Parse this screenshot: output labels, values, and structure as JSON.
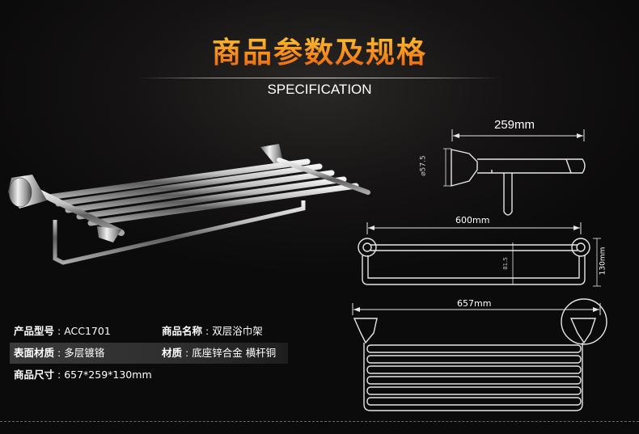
{
  "header": {
    "title_cn": "商品参数及规格",
    "title_en": "SPECIFICATION"
  },
  "drawings": {
    "side_width": "259mm",
    "side_diameter": "⌀57.5",
    "front_width": "600mm",
    "front_inner": "81.5",
    "front_height": "130mm",
    "top_width": "657mm"
  },
  "specs": {
    "model_label": "产品型号",
    "model_value": "ACC1701",
    "name_label": "商品名称",
    "name_value": "双层浴巾架",
    "surface_label": "表面材质",
    "surface_value": "多层镀铬",
    "material_label": "材质",
    "material_value": "底座锌合金 横杆铜",
    "size_label": "商品尺寸",
    "size_value": "657*259*130mm",
    "separator": " : "
  },
  "colors": {
    "accent_orange": "#f7931e",
    "background": "#0c0b0b",
    "line": "#e6e6e6"
  }
}
